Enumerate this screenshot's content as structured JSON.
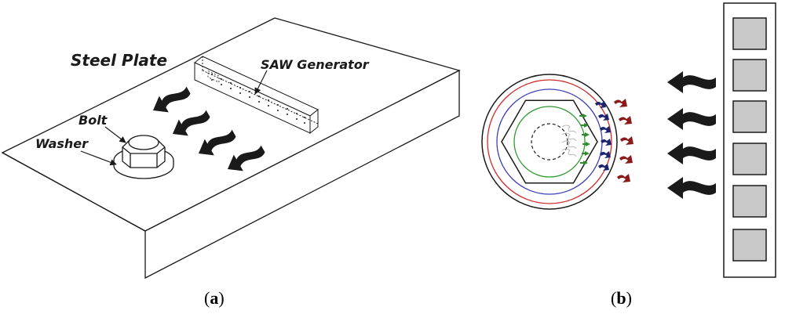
{
  "panel_a": {
    "label_steel_plate": "Steel Plate",
    "label_saw_generator": "SAW Generator",
    "label_bolt": "Bolt",
    "label_washer": "Washer",
    "caption_open": "(",
    "caption_letter": "a",
    "caption_close": ")"
  },
  "panel_b": {
    "caption_open": "(",
    "caption_letter": "b",
    "caption_close": ")"
  },
  "colors": {
    "outline": "#1a1a1a",
    "outer_ring": "#d12a2a",
    "middle_ring": "#3c3fb8",
    "inner_ring": "#2e9a2e",
    "transducer_cell": "#c8c8c8",
    "red_arrows": "#8b1a1a",
    "blue_arrows": "#1a2570",
    "green_arrows": "#2e8b2e"
  },
  "icons": [
    "wave-arrow-icon",
    "hexagon-nut-icon"
  ]
}
